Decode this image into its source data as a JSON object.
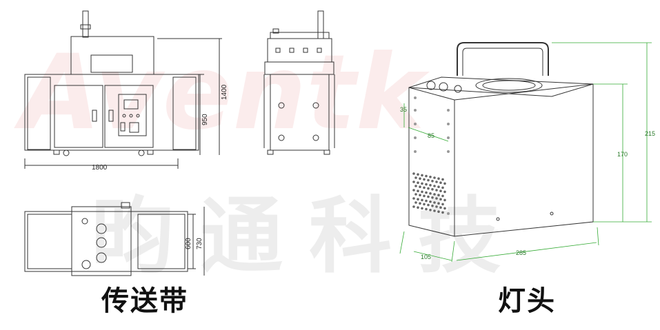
{
  "watermark": {
    "logo_text": "Aventk",
    "company_text": "昀通科技",
    "logo_red": "#e8a0a0",
    "logo_blue": "#a9c6e6"
  },
  "conveyor": {
    "caption": "传送带",
    "dims": {
      "width": "1800",
      "height_total": "1400",
      "height_table": "950",
      "belt_width": "600",
      "depth": "730"
    }
  },
  "lamp_head": {
    "caption": "灯头",
    "dims": {
      "top_offset": "35",
      "spacing": "85",
      "depth": "105",
      "width": "285",
      "height_total": "215",
      "height_body": "170"
    }
  },
  "colors": {
    "line": "#333333",
    "dim_green": "#33aa33"
  }
}
